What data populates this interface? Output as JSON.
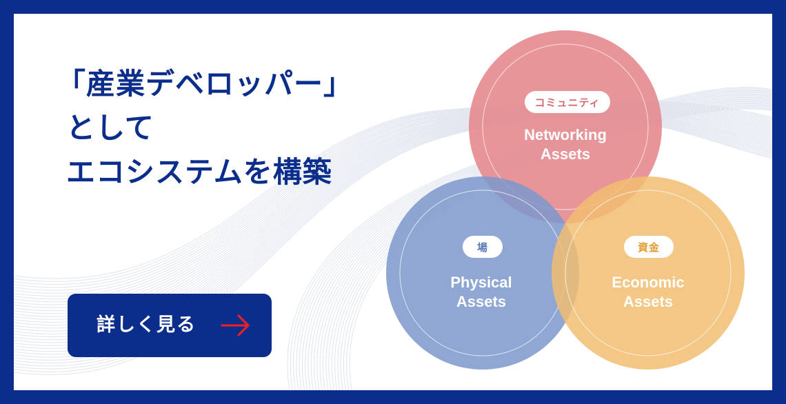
{
  "headline": {
    "line1": "「産業デベロッパー」",
    "line2": "として",
    "line3": "エコシステムを構築"
  },
  "cta": {
    "label": "詳しく見る",
    "icon": "arrow-right-icon",
    "arrow_color": "#e3202b"
  },
  "colors": {
    "frame": "#0b2d8c",
    "background": "#ffffff",
    "networking": "#e48a8e",
    "physical": "#7d98cd",
    "economic": "#f1bd70"
  },
  "venn": {
    "networking": {
      "badge": "コミュニティ",
      "title_line1": "Networking",
      "title_line2": "Assets"
    },
    "physical": {
      "badge": "場",
      "title_line1": "Physical",
      "title_line2": "Assets"
    },
    "economic": {
      "badge": "資金",
      "title_line1": "Economic",
      "title_line2": "Assets"
    }
  }
}
